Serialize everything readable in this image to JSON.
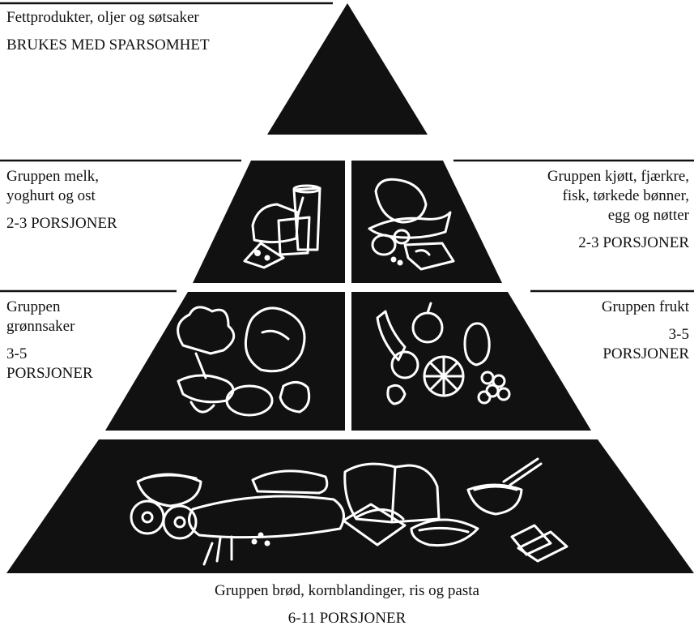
{
  "colors": {
    "block": "#111111",
    "background": "#ffffff",
    "line_art": "#ffffff"
  },
  "groups": {
    "top": {
      "name": "Fettprodukter, oljer og søtsaker",
      "servings": "BRUKES MED SPARSOMHET",
      "icon": "triangle-apex"
    },
    "dairy": {
      "name_line1": "Gruppen melk,",
      "name_line2": "yoghurt og ost",
      "servings": "2-3 PORSJONER",
      "icon": "dairy-icon"
    },
    "meat": {
      "name_line1": "Gruppen kjøtt, fjærkre,",
      "name_line2": "fisk, tørkede bønner,",
      "name_line3": "egg og nøtter",
      "servings": "2-3 PORSJONER",
      "icon": "meat-icon"
    },
    "vegetables": {
      "name_line1": "Gruppen",
      "name_line2": "grønnsaker",
      "servings_line1": "3-5",
      "servings_line2": "PORSJONER",
      "icon": "vegetables-icon"
    },
    "fruit": {
      "name": "Gruppen frukt",
      "servings_line1": "3-5",
      "servings_line2": "PORSJONER",
      "icon": "fruit-icon"
    },
    "grains": {
      "name": "Gruppen brød, kornblandinger, ris og pasta",
      "servings": "6-11 PORSJONER",
      "icon": "bread-icon"
    }
  }
}
